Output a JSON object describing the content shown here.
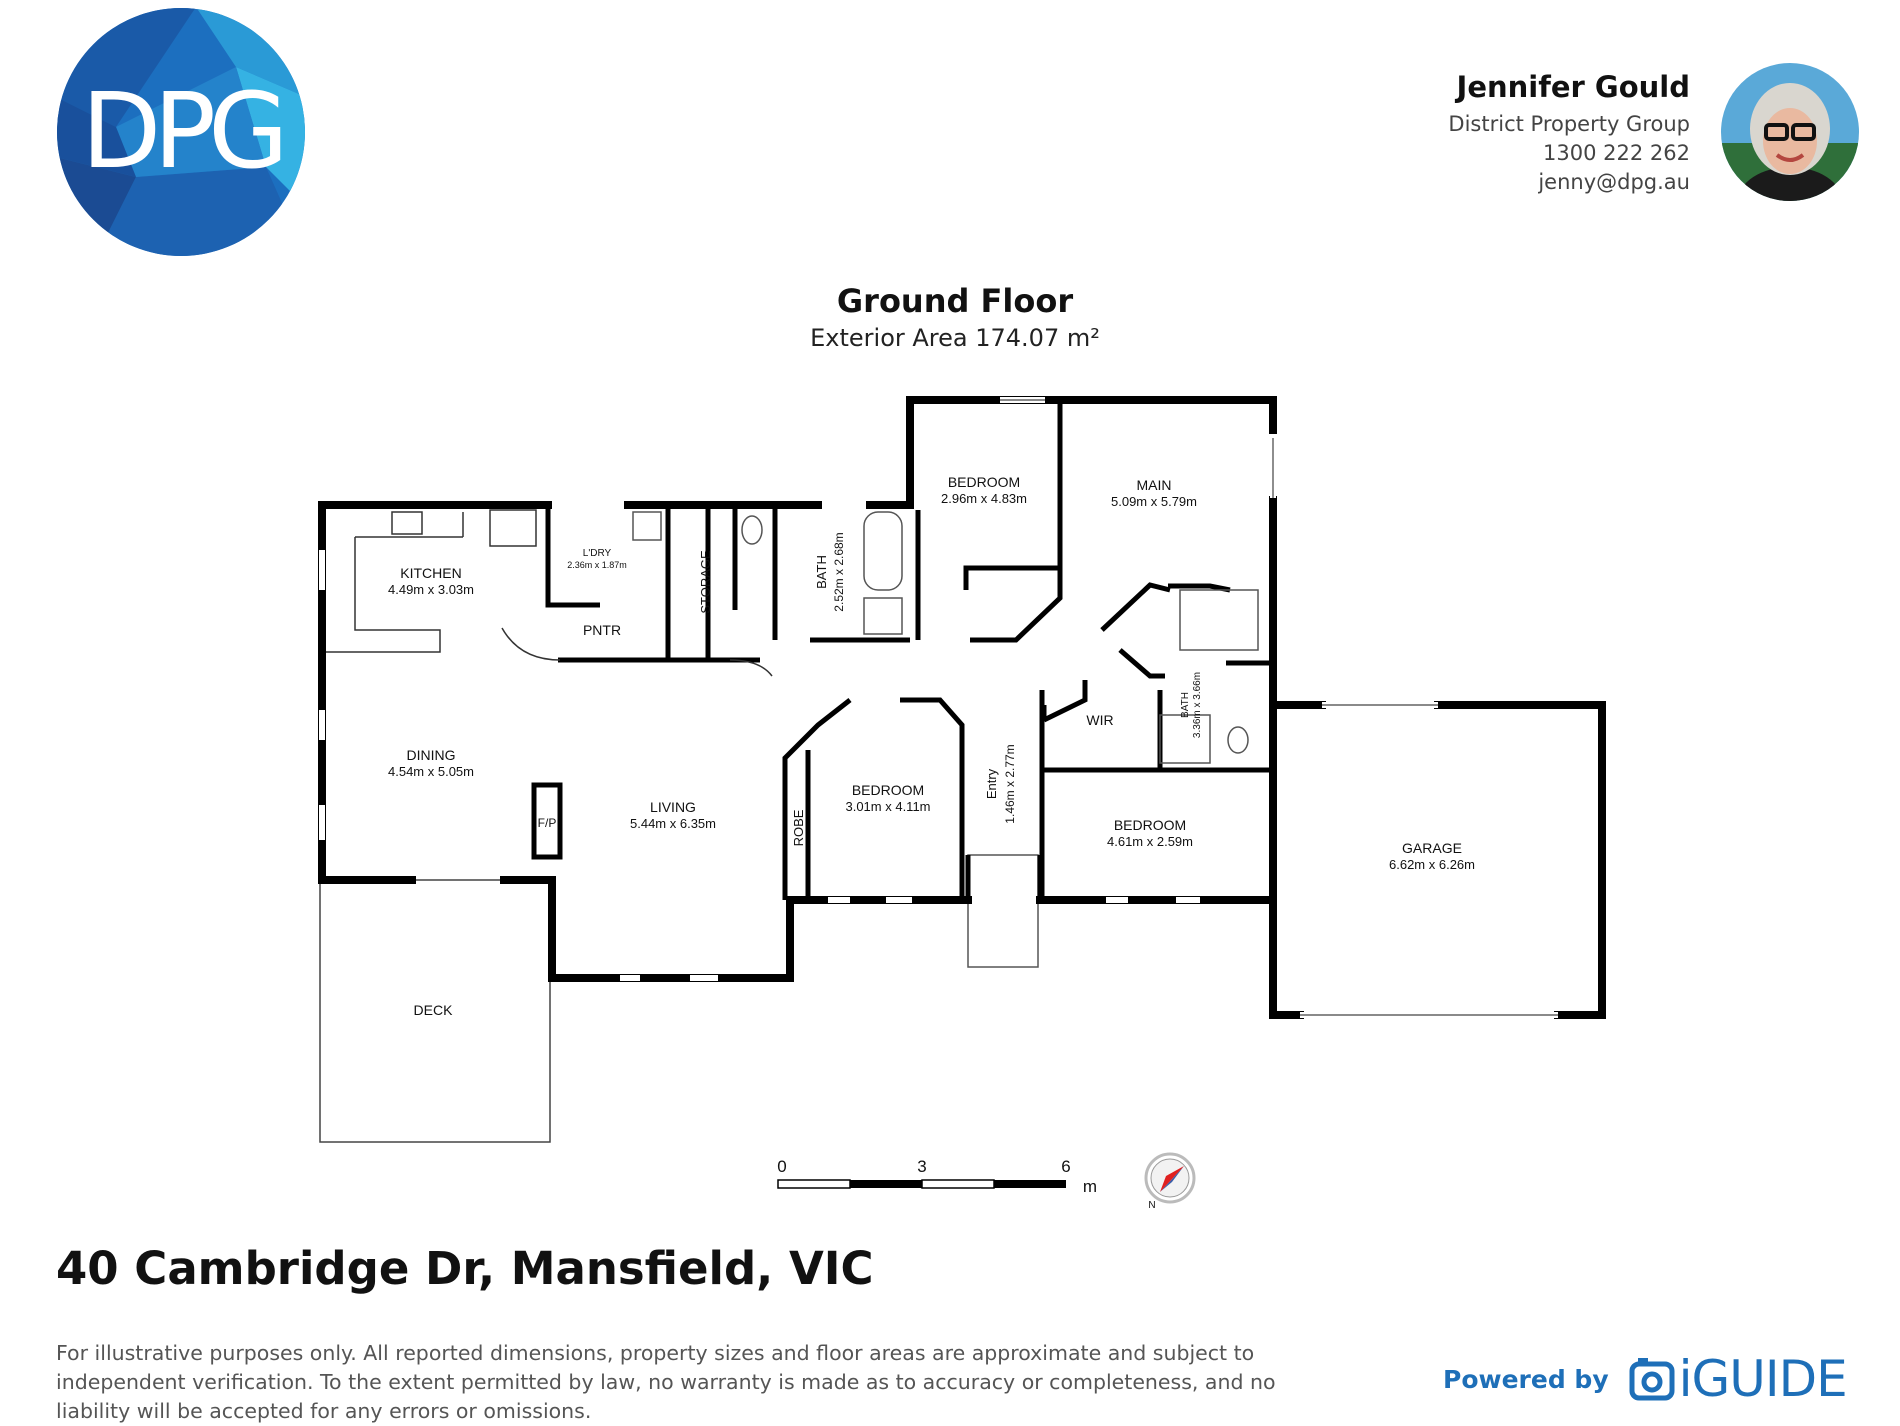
{
  "brand": {
    "logo_text": "DPG",
    "colors": {
      "logo_dark": "#1c4f9a",
      "logo_light": "#2aa3dc",
      "accent": "#1e6fb8"
    }
  },
  "agent": {
    "name": "Jennifer Gould",
    "company": "District Property Group",
    "phone": "1300 222 262",
    "email": "jenny@dpg.au"
  },
  "floor": {
    "name": "Ground Floor",
    "area": "Exterior Area 174.07 m²"
  },
  "rooms": {
    "kitchen": {
      "label": "KITCHEN",
      "dims": "4.49m x 3.03m"
    },
    "laundry": {
      "label": "L'DRY",
      "dims": "2.36m x 1.87m"
    },
    "pantry": {
      "label": "PNTR"
    },
    "storage": {
      "label": "STORAGE"
    },
    "bath1": {
      "label": "BATH",
      "dims": "2.52m x 2.68m"
    },
    "bedroom1": {
      "label": "BEDROOM",
      "dims": "2.96m x 4.83m"
    },
    "main": {
      "label": "MAIN",
      "dims": "5.09m x 5.79m"
    },
    "dining": {
      "label": "DINING",
      "dims": "4.54m x 5.05m"
    },
    "living": {
      "label": "LIVING",
      "dims": "5.44m x 6.35m"
    },
    "fp": {
      "label": "F/P"
    },
    "robe": {
      "label": "ROBE"
    },
    "bedroom2": {
      "label": "BEDROOM",
      "dims": "3.01m x 4.11m"
    },
    "entry": {
      "label": "Entry",
      "dims": "1.46m x 2.77m"
    },
    "wir": {
      "label": "WIR"
    },
    "bath2": {
      "label": "BATH",
      "dims": "3.36m x 3.66m"
    },
    "bedroom3": {
      "label": "BEDROOM",
      "dims": "4.61m x 2.59m"
    },
    "garage": {
      "label": "GARAGE",
      "dims": "6.62m x 6.26m"
    },
    "deck": {
      "label": "DECK"
    }
  },
  "scale": {
    "ticks": [
      "0",
      "3",
      "6"
    ],
    "unit": "m"
  },
  "compass": {
    "label": "N"
  },
  "address": "40 Cambridge Dr, Mansfield, VIC",
  "disclaimer": "For illustrative purposes only. All reported dimensions, property sizes and floor areas are approximate and subject to independent verification. To the extent permitted by law, no warranty is made as to accuracy or completeness, and no liability will be accepted for any errors or omissions.",
  "footer": {
    "powered_by": "Powered by",
    "iguide": "iGUIDE"
  }
}
